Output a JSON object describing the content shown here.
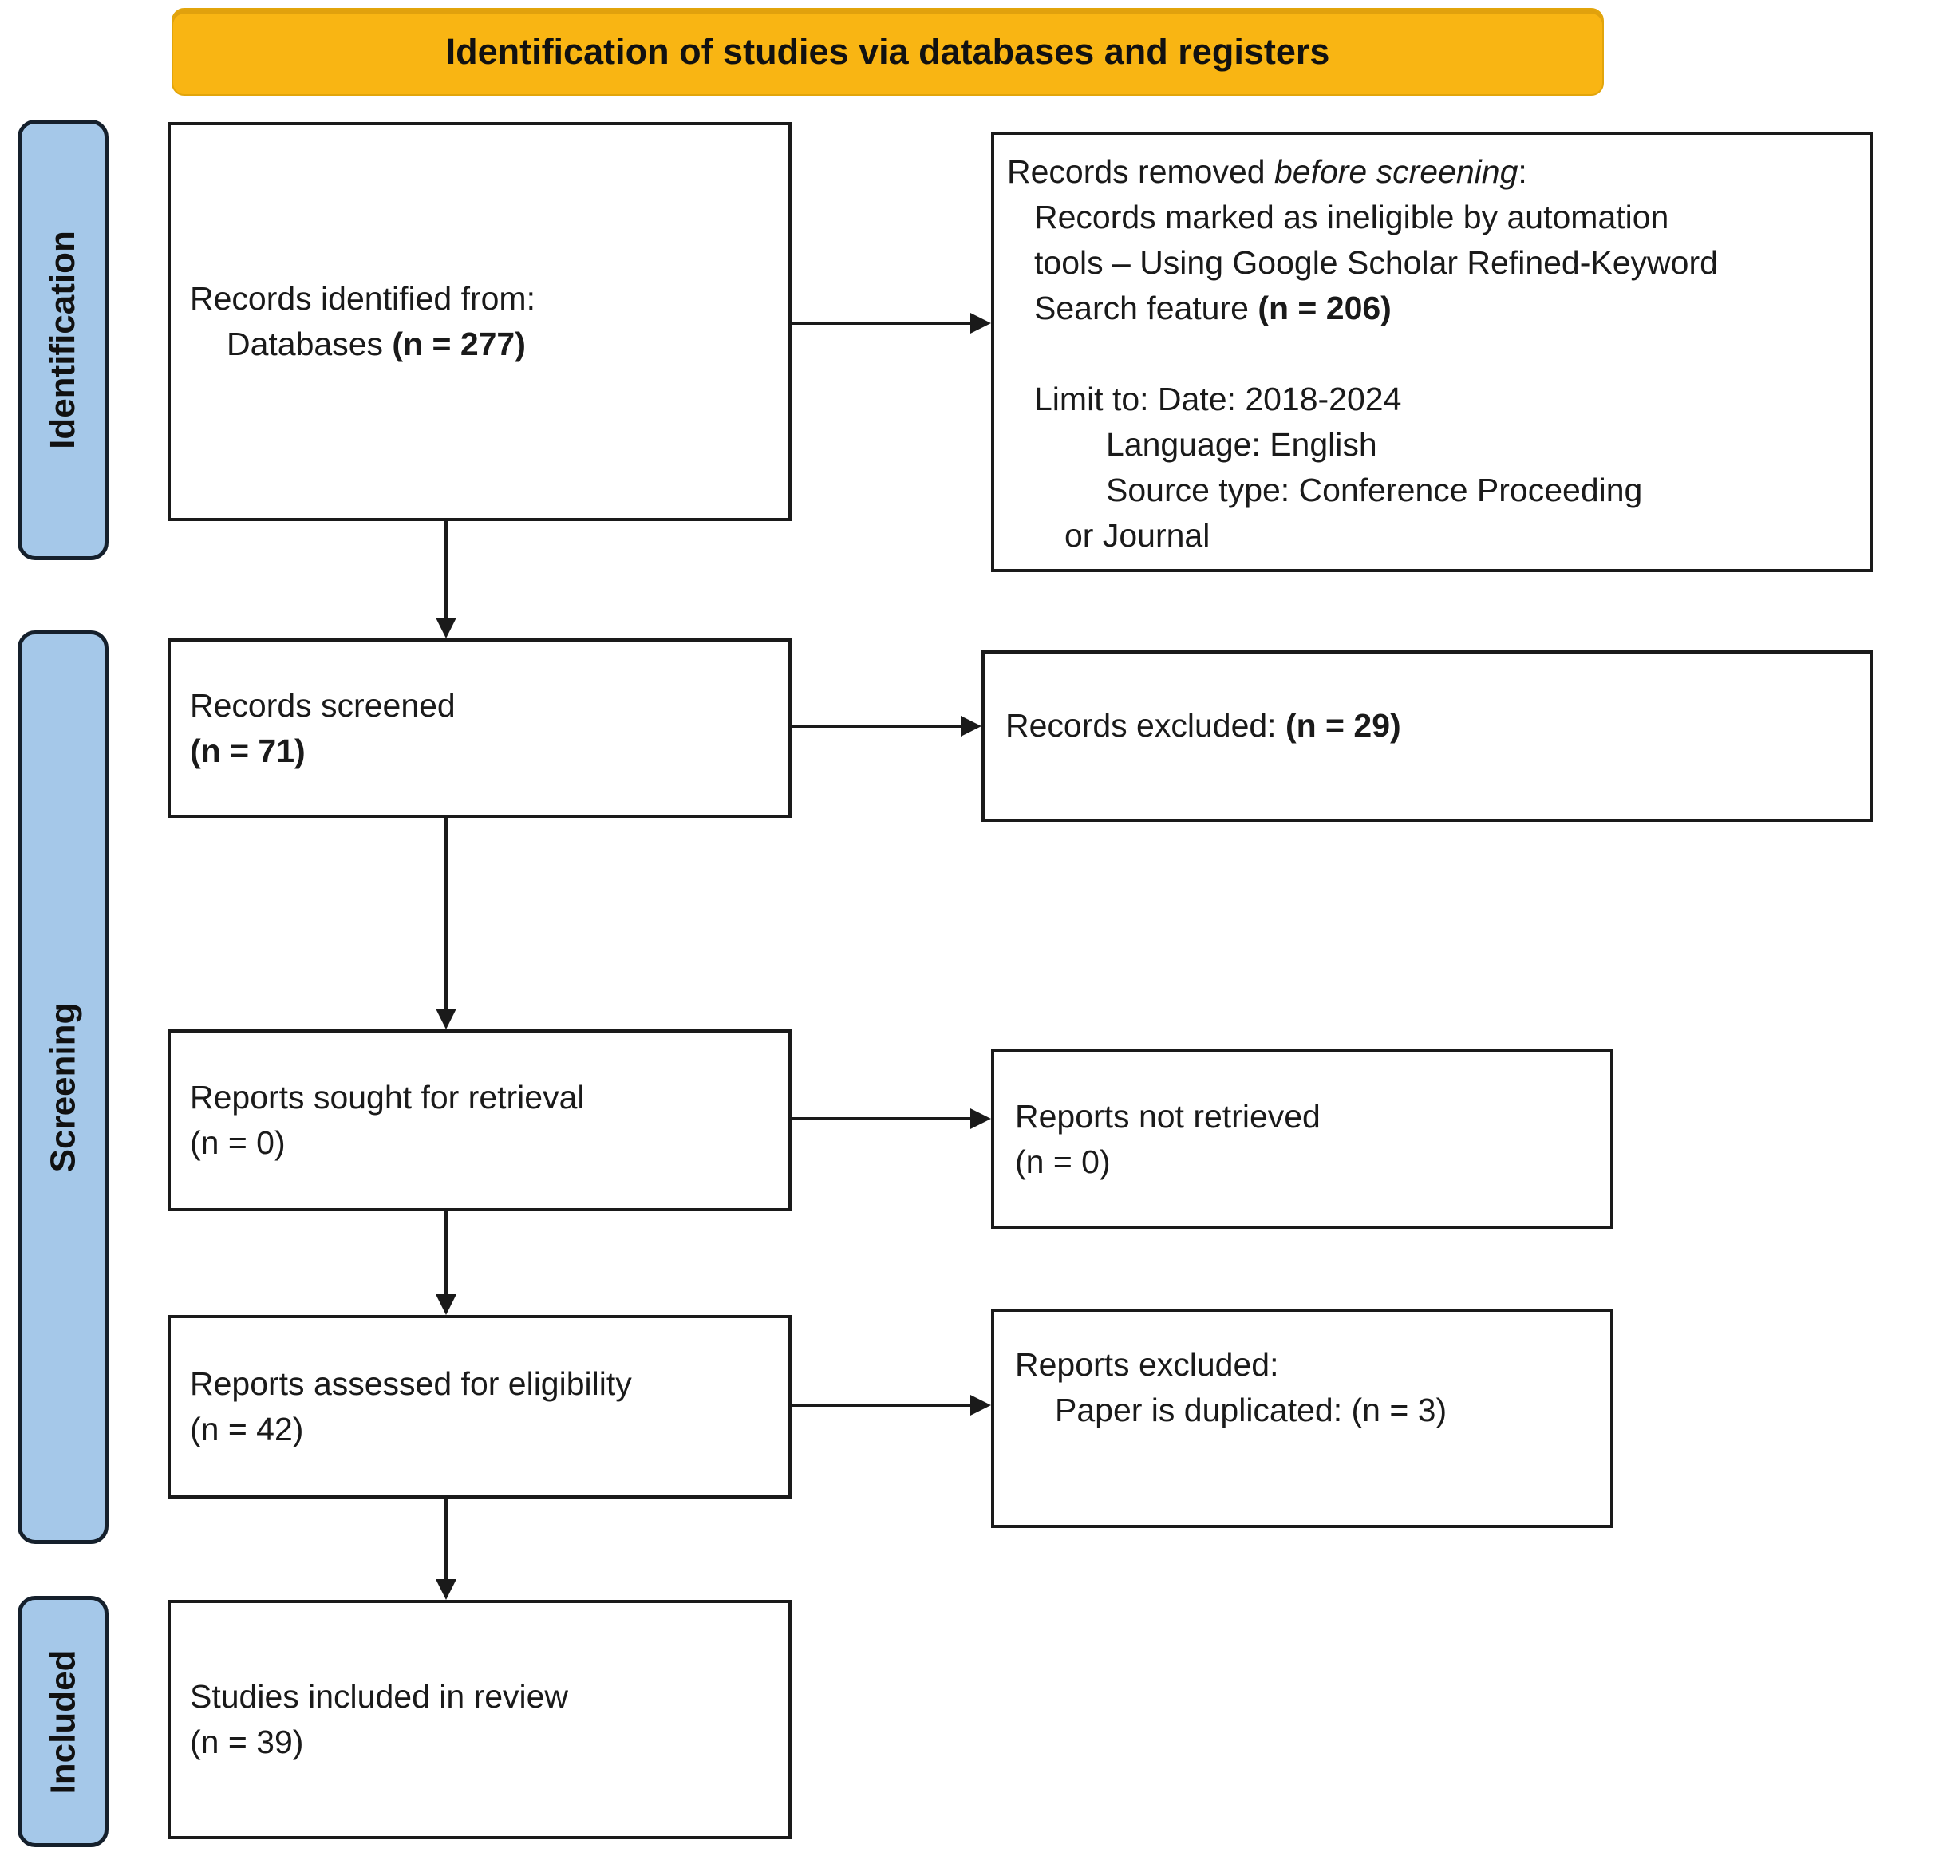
{
  "banner": {
    "title": "Identification of studies via databases and registers"
  },
  "sidebar": {
    "identification": "Identification",
    "screening": "Screening",
    "included": "Included"
  },
  "boxes": {
    "records_identified": {
      "line1": "Records identified from:",
      "line2_prefix": "Databases ",
      "line2_n": "(n = 277)"
    },
    "records_removed": {
      "l1_prefix": "Records removed ",
      "l1_italic": "before screening",
      "l1_suffix": ":",
      "l2": "Records marked as ineligible by automation",
      "l3": "tools – Using Google Scholar Refined-Keyword",
      "l4_prefix": "Search feature ",
      "l4_n": "(n = 206)",
      "l5": "Limit to: Date: 2018-2024",
      "l6": "Language: English",
      "l7": "Source type: Conference Proceeding",
      "l8": "or Journal"
    },
    "records_screened": {
      "line1": "Records screened",
      "line2_n": "(n = 71)"
    },
    "records_excluded": {
      "line1_prefix": "Records excluded: ",
      "line1_n": "(n = 29)"
    },
    "reports_sought": {
      "line1": "Reports sought for retrieval",
      "line2": "(n = 0)"
    },
    "reports_not_retrieved": {
      "line1": "Reports not retrieved",
      "line2": "(n = 0)"
    },
    "reports_assessed": {
      "line1": "Reports assessed for eligibility",
      "line2": "(n = 42)"
    },
    "reports_excluded": {
      "line1": "Reports excluded:",
      "line2": "Paper is duplicated: (n = 3)"
    },
    "studies_included": {
      "line1": "Studies included in review",
      "line2": "(n = 39)"
    }
  },
  "colors": {
    "banner_bg": "#F9B513",
    "sidebar_bg": "#A5C8E9",
    "line": "#1A1A1A"
  }
}
